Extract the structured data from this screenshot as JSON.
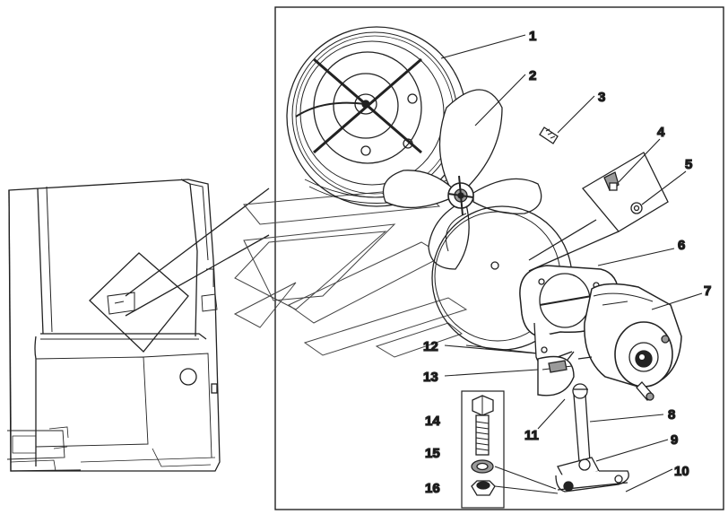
{
  "callouts": {
    "c1": "1",
    "c2": "2",
    "c3": "3",
    "c4": "4",
    "c5": "5",
    "c6": "6",
    "c7": "7",
    "c8": "8",
    "c9": "9",
    "c10": "10",
    "c11": "11",
    "c12": "12",
    "c13": "13",
    "c14": "14",
    "c15": "15",
    "c16": "16"
  },
  "colors": {
    "line": "#222222",
    "fill": "#ffffff",
    "shade": "#9a9a9a"
  }
}
